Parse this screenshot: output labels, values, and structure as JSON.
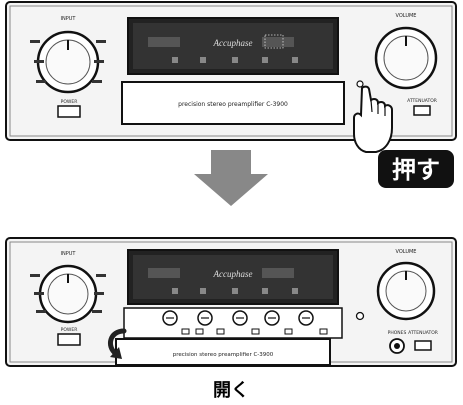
{
  "top_panel": {
    "input_label": "INPUT",
    "volume_label": "VOLUME",
    "power_label": "POWER",
    "attenuator_label": "ATTENUATOR",
    "brand": "Accuphase",
    "model_plate": "precision stereo preamplifier C-3900"
  },
  "callout": {
    "label": "押す"
  },
  "bottom_panel": {
    "input_label": "INPUT",
    "volume_label": "VOLUME",
    "power_label": "POWER",
    "attenuator_label": "ATTENUATOR",
    "phones_label": "PHONES",
    "brand": "Accuphase",
    "model_plate": "precision stereo preamplifier C-3900"
  },
  "caption": {
    "label": "開く"
  }
}
